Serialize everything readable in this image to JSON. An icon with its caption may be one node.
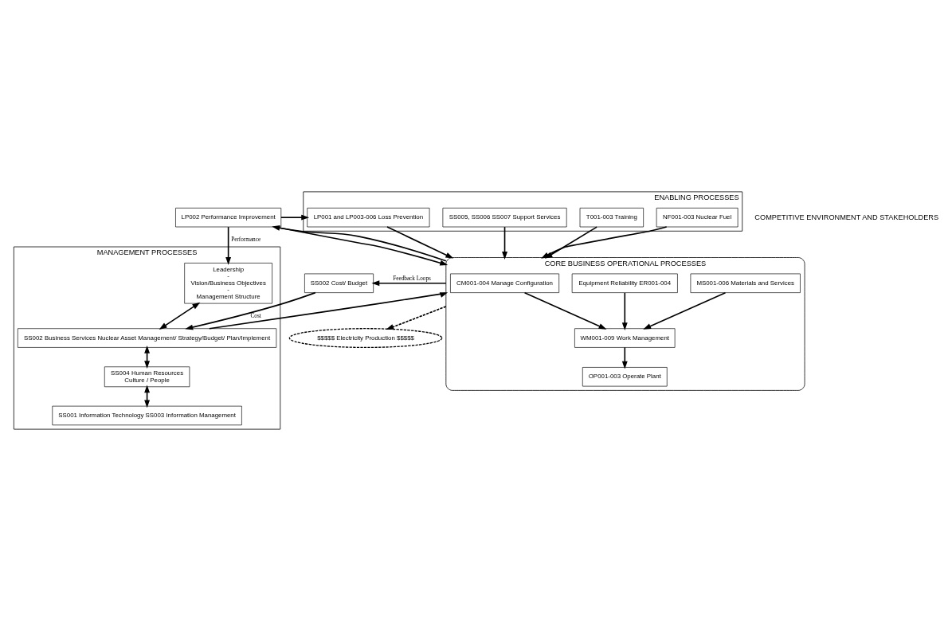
{
  "diagram": {
    "nodes": [
      {
        "text": [
          "MANAGEMENT PROCESSES"
        ]
      },
      {
        "text": [
          "Leadership",
          "-",
          "Vision/Business Objectives",
          "-",
          "Management Structure"
        ],
        "in": 0
      },
      {
        "text": [
          "SS002 Business Services Nuclear Asset Management/ Strategy/Budget/ Plan/Implement"
        ],
        "in": 0
      },
      {
        "text": [
          "SS004 Human Resources",
          "Culture / People"
        ],
        "in": 0
      },
      {
        "text": [
          "SS001 Information Technology SS003 Information Management"
        ],
        "in": 0
      },
      {
        "text": [
          "CORE BUSINESS OPERATIONAL PROCESSES"
        ]
      },
      {
        "text": [
          "CM001-004 Manage Configuration"
        ],
        "in": 5
      },
      {
        "text": [
          "MS001-006 Materials and Services"
        ],
        "in": 5
      },
      {
        "text": [
          "WM001-009 Work Management"
        ],
        "in": 5
      },
      {
        "text": [
          "OP001-003 Operate Plant"
        ],
        "in": 5
      },
      {
        "text": [
          "Equipment Reliability ER001-004"
        ],
        "in": 5
      },
      {
        "text": [
          "$$$$$ Electricity Production $$$$$"
        ]
      },
      {
        "text": [
          "SS002 Cost/ Budget"
        ]
      },
      {
        "text": [
          "LP002 Performance Improvement"
        ]
      },
      {
        "text": [
          "ENABLING PROCESSES"
        ]
      },
      {
        "text": [
          "SS005, SS006 SS007 Support Services"
        ],
        "in": 14
      },
      {
        "text": [
          "T001-003 Training"
        ],
        "in": 14
      },
      {
        "text": [
          "NF001-003 Nuclear Fuel"
        ],
        "in": 14
      },
      {
        "text": [
          "LP001 and LP003-006 Loss Prevention"
        ],
        "in": 14
      }
    ],
    "edges": [
      {
        "from": 1,
        "to": 2,
        "arrow": "both"
      },
      {
        "from": 2,
        "to": 3,
        "arrow": "both"
      },
      {
        "from": 3,
        "to": 4,
        "arrow": "both"
      },
      {
        "from": 2,
        "to": 5,
        "arrow": "to"
      },
      {
        "from": 6,
        "to": 8,
        "arrow": "to"
      },
      {
        "from": 7,
        "to": 8,
        "arrow": "to"
      },
      {
        "from": 8,
        "to": 9,
        "arrow": "to"
      },
      {
        "from": 10,
        "to": 8,
        "arrow": "to"
      },
      {
        "from": 5,
        "to": 11,
        "arrow": "to",
        "style": "dashed"
      },
      {
        "from": 5,
        "to": 12,
        "arrow": "to",
        "label": "Feedback Loops"
      },
      {
        "from": 5,
        "to": 13,
        "arrow": "to"
      },
      {
        "from": 13,
        "to": 5,
        "arrow": "to"
      },
      {
        "from": 15,
        "to": 5,
        "arrow": "to"
      },
      {
        "from": 16,
        "to": 5,
        "arrow": "to"
      },
      {
        "from": 17,
        "to": 5,
        "arrow": "to"
      },
      {
        "from": 18,
        "to": 5,
        "arrow": "to"
      },
      {
        "from": 13,
        "to": 18,
        "arrow": "to"
      },
      {
        "from": 13,
        "to": 1,
        "arrow": "to",
        "label": "Performance"
      },
      {
        "from": 12,
        "to": 2,
        "arrow": "to",
        "label": "Cost"
      }
    ],
    "labels": [
      "COMPETITIVE ENVIRONMENT AND STAKEHOLDERS"
    ]
  }
}
